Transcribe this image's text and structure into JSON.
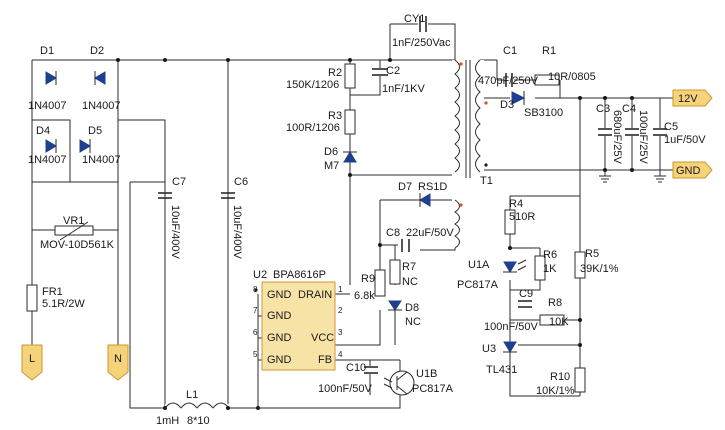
{
  "components": {
    "D1": {
      "ref": "D1",
      "value": "1N4007"
    },
    "D2": {
      "ref": "D2",
      "value": "1N4007"
    },
    "D4": {
      "ref": "D4",
      "value": "1N4007"
    },
    "D5": {
      "ref": "D5",
      "value": "1N4007"
    },
    "VR1": {
      "ref": "VR1",
      "value": "MOV-10D561K"
    },
    "FR1": {
      "ref": "FR1",
      "value": "5.1R/2W"
    },
    "C7": {
      "ref": "C7",
      "value": "10uF/400V"
    },
    "C6": {
      "ref": "C6",
      "value": "10uF/400V"
    },
    "L1": {
      "ref": "L1",
      "value": "1mH",
      "value2": "8*10"
    },
    "CY1": {
      "ref": "CY1",
      "value": "1nF/250Vac"
    },
    "R2": {
      "ref": "R2",
      "value": "150K/1206"
    },
    "C2": {
      "ref": "C2",
      "value": "1nF/1KV"
    },
    "R3": {
      "ref": "R3",
      "value": "100R/1206"
    },
    "D6": {
      "ref": "D6",
      "value": "M7"
    },
    "D7": {
      "ref": "D7",
      "value": "RS1D"
    },
    "C8": {
      "ref": "C8",
      "value": "22uF/50V"
    },
    "R9": {
      "ref": "R9",
      "value": "6.8k"
    },
    "R7": {
      "ref": "R7",
      "value": "NC"
    },
    "D8": {
      "ref": "D8",
      "value": "NC"
    },
    "C10": {
      "ref": "C10",
      "value": "100nF/50V"
    },
    "U1B": {
      "ref": "U1B",
      "value": "PC817A"
    },
    "U2": {
      "ref": "U2",
      "value": "BPA8616P"
    },
    "T1": {
      "ref": "T1"
    },
    "C1": {
      "ref": "C1",
      "value": "470pF/250V"
    },
    "R1": {
      "ref": "R1",
      "value": "10R/0805"
    },
    "D3": {
      "ref": "D3",
      "value": "SB3100"
    },
    "C3": {
      "ref": "C3",
      "value": "680uF/25V"
    },
    "C4": {
      "ref": "C4",
      "value": "100uF/25V"
    },
    "C5": {
      "ref": "C5",
      "value": "1uF/50V"
    },
    "R4": {
      "ref": "R4",
      "value": "510R"
    },
    "U1A": {
      "ref": "U1A",
      "value": "PC817A"
    },
    "R6": {
      "ref": "R6",
      "value": "1K"
    },
    "R5": {
      "ref": "R5",
      "value": "39K/1%"
    },
    "C9": {
      "ref": "C9",
      "value": "100nF/50V"
    },
    "R8": {
      "ref": "R8",
      "value": "10K"
    },
    "U3": {
      "ref": "U3",
      "value": "TL431"
    },
    "R10": {
      "ref": "R10",
      "value": "10K/1%"
    }
  },
  "ic_pins": {
    "gnd": "GND",
    "drain": "DRAIN",
    "vcc": "VCC",
    "fb": "FB",
    "numbers": [
      "1",
      "2",
      "3",
      "4",
      "5",
      "6",
      "7",
      "8"
    ]
  },
  "terminals": {
    "line": "L",
    "neutral": "N",
    "out_12v": "12V",
    "out_gnd": "GND"
  },
  "colors": {
    "wire": "#2b2b2b",
    "diode": "#1f3f8f",
    "ic_fill": "#f8e3a6",
    "ic_border": "#c89a3a",
    "terminal_fill": "#f6d37a",
    "terminal_border": "#c8992e",
    "phase_dot": "#d4531f"
  }
}
